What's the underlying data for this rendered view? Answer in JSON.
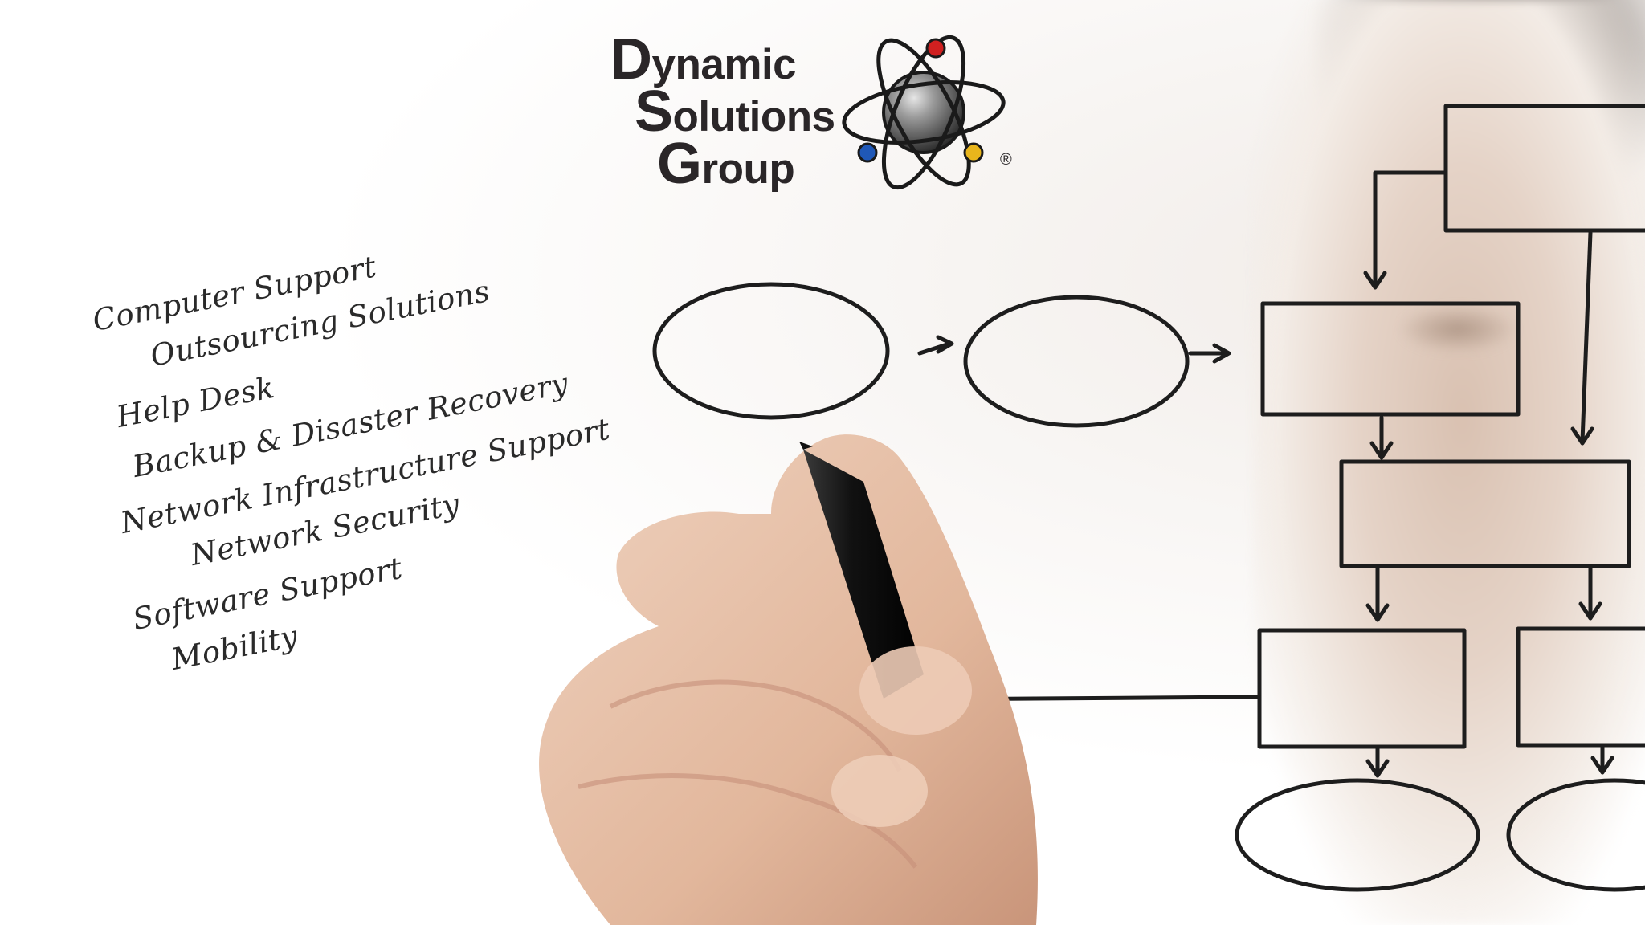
{
  "logo": {
    "line1": {
      "cap": "D",
      "rest": "ynamic"
    },
    "line2": {
      "cap": "S",
      "rest": "olutions"
    },
    "line3": {
      "cap": "G",
      "rest": "roup"
    },
    "registered": "®",
    "colors": {
      "text": "#2a2628",
      "red_ball": "#d02020",
      "blue_ball": "#1f58b8",
      "yellow_ball": "#e8b51c",
      "sphere": "#7a7a7a"
    }
  },
  "services": [
    "Computer Support",
    "Outsourcing Solutions",
    "Help Desk",
    "Backup & Disaster Recovery",
    "Network Infrastructure Support",
    "Network Security",
    "Software Support",
    "Mobility"
  ],
  "colors": {
    "ink": "#1d1d1d",
    "skin": "#e6c1a8",
    "marker": "#1a1a1a"
  }
}
